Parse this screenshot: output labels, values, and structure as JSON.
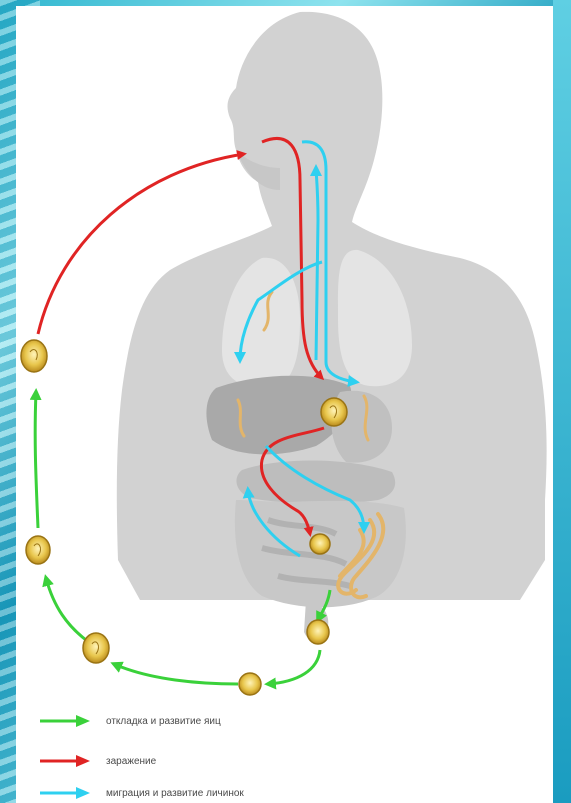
{
  "legend": {
    "items": [
      {
        "label": "откладка и развитие яиц",
        "color": "#3ad13a"
      },
      {
        "label": "заражение",
        "color": "#e02424"
      },
      {
        "label": "миграция и развитие личинок",
        "color": "#2ed0f0"
      }
    ]
  },
  "colors": {
    "egg_development": "#3ad13a",
    "infection": "#e02424",
    "larva_migration": "#2ed0f0",
    "body_silhouette": "#d2d2d2",
    "organs": "#bdbdbd",
    "egg_fill": "#e6c24a",
    "worm": "#e3b56a"
  }
}
